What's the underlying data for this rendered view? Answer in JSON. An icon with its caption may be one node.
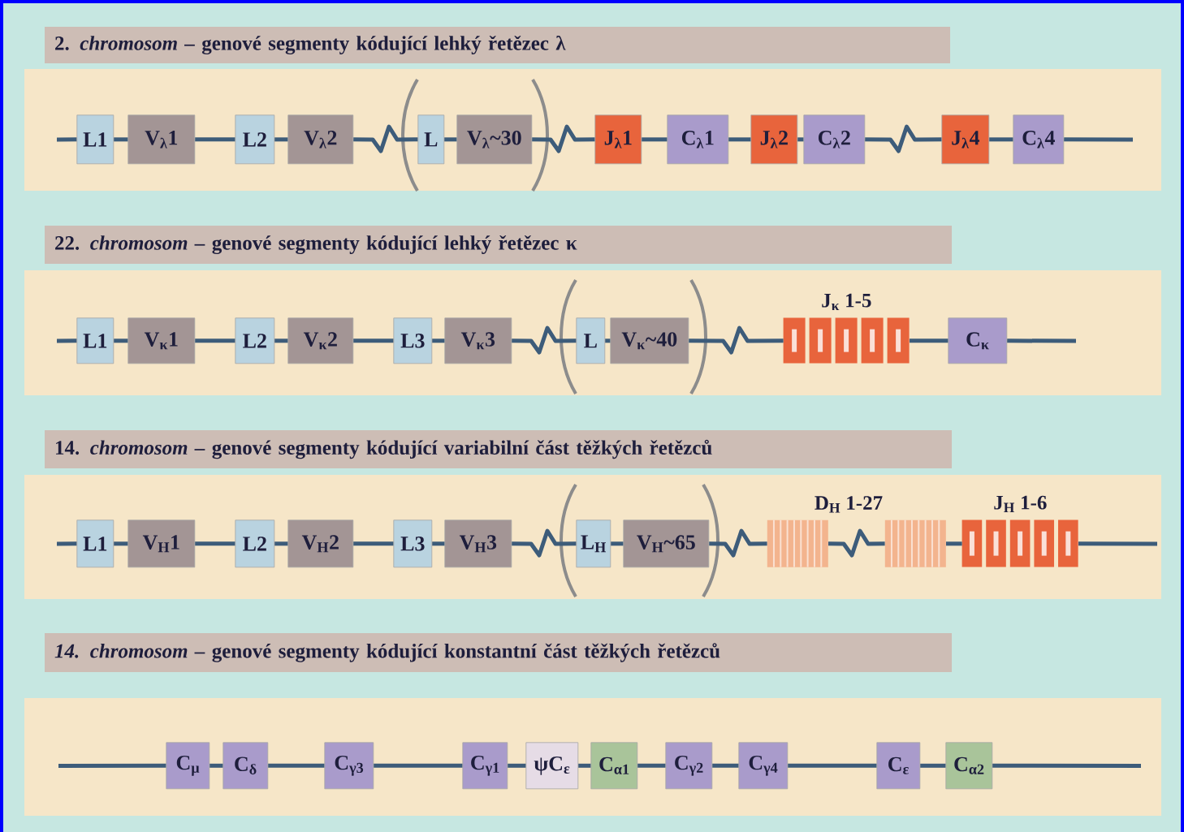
{
  "diagram": {
    "nodes": [
      {
        "text": [
          "2. *chromosom –* genové segmenty kódující lehký řetězec λ"
        ]
      },
      {
        "text": [],
        "shape": "box"
      },
      {
        "text": [
          "L1"
        ],
        "in": 1
      },
      {
        "text": [
          "V$_{λ}$1"
        ],
        "in": 1
      },
      {
        "text": [
          "L2"
        ],
        "in": 1
      },
      {
        "text": [
          "V$_{λ}$2"
        ],
        "in": 1
      },
      {
        "text": [
          "L"
        ],
        "in": 1
      },
      {
        "text": [
          "V$_{λ}$~30"
        ],
        "in": 1
      },
      {
        "text": [
          "J$_{λ}$1"
        ],
        "in": 1
      },
      {
        "text": [
          "C$_{λ}$1"
        ],
        "in": 1
      },
      {
        "text": [
          "J$_{λ}$2"
        ],
        "in": 1
      },
      {
        "text": [
          "C$_{λ}$2"
        ],
        "in": 1
      },
      {
        "text": [
          "J$_{λ}$4"
        ],
        "in": 1
      },
      {
        "text": [
          "C$_{λ}$4"
        ],
        "in": 1
      },
      {
        "text": [
          "22. *chromosom –* genové segmenty kódující lehký řetězec κ"
        ]
      },
      {
        "text": [],
        "shape": "box"
      },
      {
        "text": [
          "L1"
        ],
        "in": 15
      },
      {
        "text": [
          "V$_{κ}$1"
        ],
        "in": 15
      },
      {
        "text": [
          "L2"
        ],
        "in": 15
      },
      {
        "text": [
          "V$_{κ}$2"
        ],
        "in": 15
      },
      {
        "text": [
          "L3"
        ],
        "in": 15
      },
      {
        "text": [
          "V$_{κ}$3"
        ],
        "in": 15
      },
      {
        "text": [
          "L"
        ],
        "in": 15
      },
      {
        "text": [
          "V$_{κ}$~40"
        ],
        "in": 15
      },
      {
        "text": [
          "J$_{κ}$ 1-5"
        ],
        "in": 15
      },
      {
        "text": [
          "C$_{κ}$"
        ],
        "in": 15
      },
      {
        "text": [
          "14. *chromosom –* genové segmenty kódující variabilní část těžkých řetězců"
        ]
      },
      {
        "text": [],
        "shape": "box"
      },
      {
        "text": [
          "L1"
        ],
        "in": 27
      },
      {
        "text": [
          "V$_{H}$1"
        ],
        "in": 27
      },
      {
        "text": [
          "L2"
        ],
        "in": 27
      },
      {
        "text": [
          "V$_{H}$2"
        ],
        "in": 27
      },
      {
        "text": [
          "L3"
        ],
        "in": 27
      },
      {
        "text": [
          "V$_{H}$3"
        ],
        "in": 27
      },
      {
        "text": [
          "L$_{H}$"
        ],
        "in": 27
      },
      {
        "text": [
          "V$_{H}$~65"
        ],
        "in": 27
      },
      {
        "text": [],
        "shape": "bar",
        "in": 27
      },
      {
        "text": [],
        "shape": "bar",
        "in": 27
      },
      {
        "text": [
          "J$_{H}$ 1-6"
        ],
        "in": 27
      },
      {
        "text": [
          "*14. chromosom –* genové segmenty kódující konstantní část těžkých řetězců"
        ]
      },
      {
        "text": [],
        "shape": "box"
      },
      {
        "text": [
          "C$_{μ}$"
        ],
        "in": 40
      },
      {
        "text": [
          "C$_{δ}$"
        ],
        "in": 40
      },
      {
        "text": [
          "C$_{γ3}$"
        ],
        "in": 40
      },
      {
        "text": [
          "C$_{γ1}$"
        ],
        "in": 40
      },
      {
        "text": [
          "ψC$_{ε}$"
        ],
        "in": 40
      },
      {
        "text": [
          "C$_{α1}$"
        ],
        "in": 40
      },
      {
        "text": [
          "C$_{γ2}$"
        ],
        "in": 40
      },
      {
        "text": [
          "C$_{γ4}$"
        ],
        "in": 40
      },
      {
        "text": [
          "C$_{ε}$"
        ],
        "in": 40
      },
      {
        "text": [
          "C$_{α2}$"
        ],
        "in": 40
      }
    ],
    "edges": [
      {
        "from": null,
        "to": 2,
        "arrow": "none"
      },
      {
        "from": 2,
        "to": 3,
        "arrow": "none"
      },
      {
        "from": 3,
        "to": 4,
        "arrow": "none"
      },
      {
        "from": 4,
        "to": 5,
        "arrow": "none"
      },
      {
        "from": 5,
        "to": 6,
        "arrow": "none"
      },
      {
        "from": 6,
        "to": 7,
        "arrow": "none"
      },
      {
        "from": 7,
        "to": 8,
        "arrow": "none"
      },
      {
        "from": 8,
        "to": 9,
        "arrow": "none"
      },
      {
        "from": 9,
        "to": 10,
        "arrow": "none"
      },
      {
        "from": 10,
        "to": 11,
        "arrow": "none"
      },
      {
        "from": 11,
        "to": 12,
        "arrow": "none"
      },
      {
        "from": 12,
        "to": 13,
        "arrow": "none"
      },
      {
        "from": 13,
        "to": null,
        "arrow": "none"
      },
      {
        "from": null,
        "to": 16,
        "arrow": "none"
      },
      {
        "from": 16,
        "to": 17,
        "arrow": "none"
      },
      {
        "from": 17,
        "to": 18,
        "arrow": "none"
      },
      {
        "from": 18,
        "to": 19,
        "arrow": "none"
      },
      {
        "from": 19,
        "to": 20,
        "arrow": "none"
      },
      {
        "from": 20,
        "to": 21,
        "arrow": "none"
      },
      {
        "from": 21,
        "to": 22,
        "arrow": "none"
      },
      {
        "from": 22,
        "to": 23,
        "arrow": "none"
      },
      {
        "from": 23,
        "to": 24,
        "arrow": "none"
      },
      {
        "from": 24,
        "to": 25,
        "arrow": "none"
      },
      {
        "from": 25,
        "to": null,
        "arrow": "none"
      },
      {
        "from": null,
        "to": 28,
        "arrow": "none"
      },
      {
        "from": 28,
        "to": 29,
        "arrow": "none"
      },
      {
        "from": 29,
        "to": 30,
        "arrow": "none"
      },
      {
        "from": 30,
        "to": 31,
        "arrow": "none"
      },
      {
        "from": 31,
        "to": 32,
        "arrow": "none"
      },
      {
        "from": 32,
        "to": 33,
        "arrow": "none"
      },
      {
        "from": 33,
        "to": 34,
        "arrow": "none"
      },
      {
        "from": 34,
        "to": 35,
        "arrow": "none"
      },
      {
        "from": 35,
        "to": 36,
        "arrow": "none"
      },
      {
        "from": 36,
        "to": 37,
        "arrow": "none"
      },
      {
        "from": 37,
        "to": 38,
        "arrow": "none"
      },
      {
        "from": 38,
        "to": null,
        "arrow": "none"
      },
      {
        "from": null,
        "to": 41,
        "arrow": "none"
      },
      {
        "from": 41,
        "to": 42,
        "arrow": "none"
      },
      {
        "from": 42,
        "to": 43,
        "arrow": "none"
      },
      {
        "from": 43,
        "to": 44,
        "arrow": "none"
      },
      {
        "from": 44,
        "to": 45,
        "arrow": "none"
      },
      {
        "from": 45,
        "to": 46,
        "arrow": "none"
      },
      {
        "from": 46,
        "to": 47,
        "arrow": "none"
      },
      {
        "from": 47,
        "to": 48,
        "arrow": "none"
      },
      {
        "from": 48,
        "to": 49,
        "arrow": "none"
      },
      {
        "from": 49,
        "to": 50,
        "arrow": "none"
      },
      {
        "from": 50,
        "to": null,
        "arrow": "none"
      }
    ],
    "labels": [
      "D$_{H}$ 1-27"
    ]
  }
}
